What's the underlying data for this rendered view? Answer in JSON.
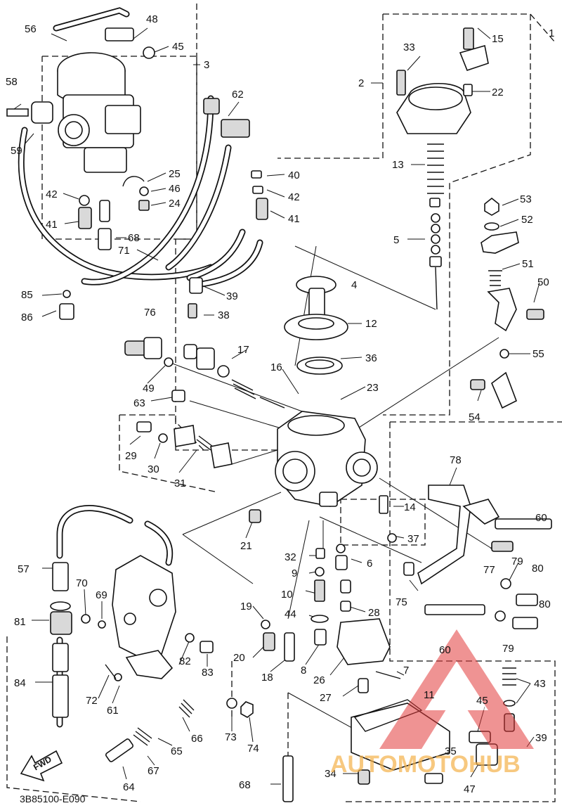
{
  "diagram_code": "3B85100-E090",
  "fwd_label": "FWD",
  "watermark": "AUTOMOTOHUB",
  "callouts": {
    "c1": "1",
    "c2": "2",
    "c3": "3",
    "c4": "4",
    "c5": "5",
    "c6": "6",
    "c7": "7",
    "c8": "8",
    "c9": "9",
    "c10": "10",
    "c11": "11",
    "c12": "12",
    "c13": "13",
    "c14": "14",
    "c15": "15",
    "c16": "16",
    "c17": "17",
    "c18": "18",
    "c19": "19",
    "c20": "20",
    "c21": "21",
    "c22": "22",
    "c23": "23",
    "c24": "24",
    "c25": "25",
    "c26": "26",
    "c27": "27",
    "c28": "28",
    "c29": "29",
    "c30": "30",
    "c31": "31",
    "c32": "32",
    "c33": "33",
    "c34": "34",
    "c35": "35",
    "c36": "36",
    "c37": "37",
    "c38": "38",
    "c39a": "39",
    "c39b": "39",
    "c40": "40",
    "c41a": "41",
    "c41b": "41",
    "c42a": "42",
    "c42b": "42",
    "c43": "43",
    "c44": "44",
    "c45a": "45",
    "c45b": "45",
    "c46": "46",
    "c47": "47",
    "c48": "48",
    "c49": "49",
    "c50": "50",
    "c51": "51",
    "c52": "52",
    "c53": "53",
    "c54": "54",
    "c55": "55",
    "c56": "56",
    "c57": "57",
    "c58": "58",
    "c59": "59",
    "c60a": "60",
    "c60b": "60",
    "c61": "61",
    "c62": "62",
    "c63": "63",
    "c64": "64",
    "c65": "65",
    "c66": "66",
    "c67": "67",
    "c68a": "68",
    "c68b": "68",
    "c69": "69",
    "c70": "70",
    "c71": "71",
    "c72": "72",
    "c73": "73",
    "c74": "74",
    "c75": "75",
    "c76": "76",
    "c77": "77",
    "c78": "78",
    "c79a": "79",
    "c79b": "79",
    "c80a": "80",
    "c80b": "80",
    "c81": "81",
    "c82": "82",
    "c83": "83",
    "c84": "84",
    "c85": "85",
    "c86": "86"
  },
  "colors": {
    "line": "#111111",
    "watermark_red": "#e23b3b",
    "watermark_orange": "#f4b24a"
  }
}
